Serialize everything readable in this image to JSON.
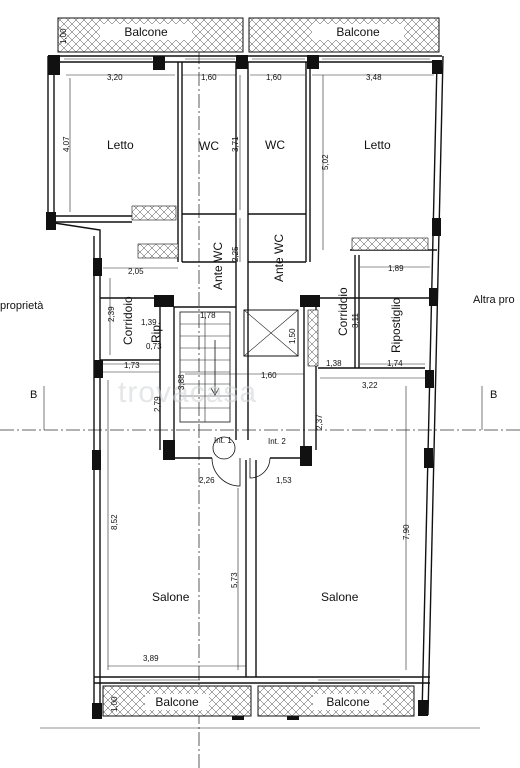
{
  "rooms": {
    "balcone_tl": "Balcone",
    "balcone_tr": "Balcone",
    "letto_l": "Letto",
    "wc_l": "WC",
    "wc_r": "WC",
    "letto_r": "Letto",
    "ante_wc_l": "Ante WC",
    "ante_wc_r": "Ante WC",
    "corridoio_l": "Corridoio",
    "rip": "Rip.",
    "corridoio_r": "Corridoio",
    "ripostiglio": "Ripostiglio",
    "salone_l": "Salone",
    "salone_r": "Salone",
    "balcone_bl": "Balcone",
    "balcone_br": "Balcone"
  },
  "neighbors": {
    "left": "proprietà",
    "right": "Altra pro"
  },
  "units": {
    "int1": "Int. 1",
    "int2": "Int. 2"
  },
  "section_marks": {
    "left": "B",
    "right": "B"
  },
  "watermark": "trovacasa",
  "dimensions": {
    "balc_top_depth": "1,00",
    "letto_l_w": "3,20",
    "wc_l_w": "1,60",
    "wc_r_w": "1,60",
    "letto_r_w": "3,48",
    "letto_l_h": "4,07",
    "wc_h": "3,71",
    "letto_r_h": "5,02",
    "ante_h": "2,25",
    "corr_l_w": "2,05",
    "rip_w": "1,89",
    "corr_l_h": "2,39",
    "rip_h1": "1,39",
    "rip_w2": "0,73",
    "lift_w": "1,78",
    "lift_h": "1,50",
    "ripost_h": "3,11",
    "corr_r_w": "1,38",
    "ripost_w": "1,74",
    "left_w": "1,73",
    "stair_h": "3,88",
    "landing_w": "1,60",
    "right_w": "3,22",
    "hall_h": "2,79",
    "hall_r_h": "2,37",
    "door_l_w": "2,26",
    "door_r_w": "1,53",
    "salone_l_h": "8,52",
    "salone_mid_h": "5,73",
    "salone_r_h": "7,90",
    "salone_l_w": "3,89",
    "balc_bot_depth": "1,00"
  }
}
